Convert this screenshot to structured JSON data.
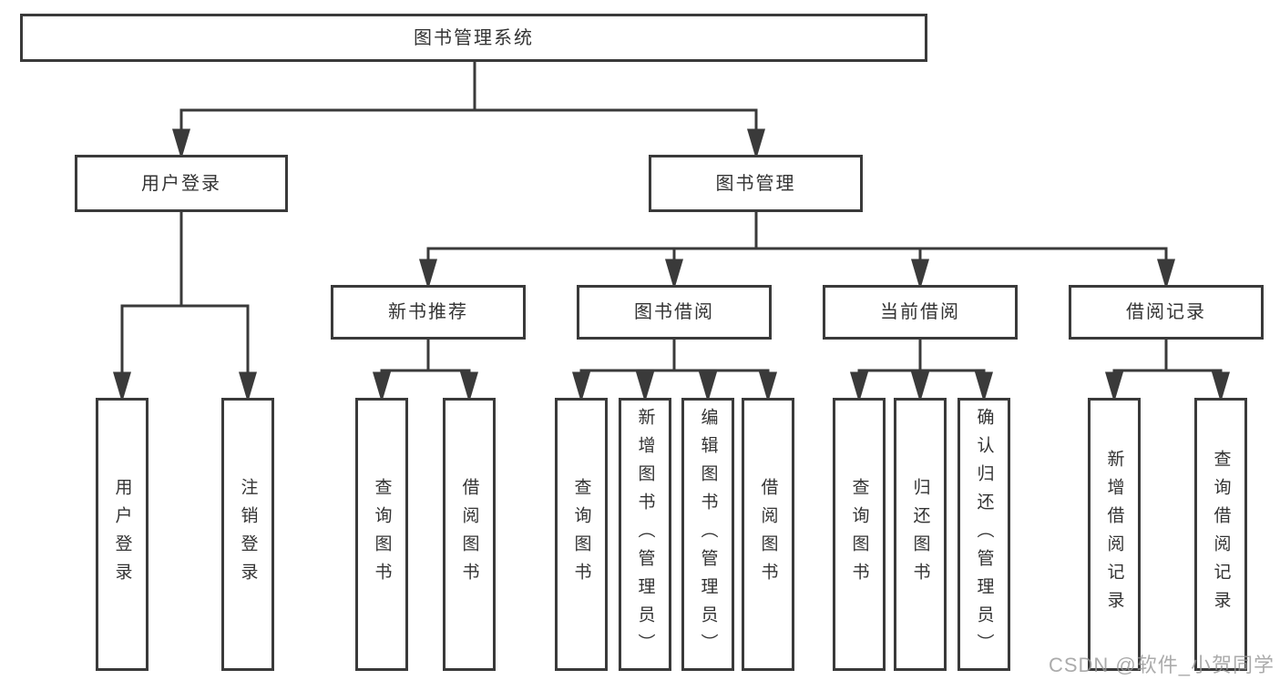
{
  "diagram": {
    "type": "hierarchy-tree",
    "root": {
      "label": "图书管理系统",
      "children": [
        {
          "label": "用户登录",
          "children": [
            {
              "label": "用户登录"
            },
            {
              "label": "注销登录"
            }
          ]
        },
        {
          "label": "图书管理",
          "children": [
            {
              "label": "新书推荐",
              "children": [
                {
                  "label": "查询图书"
                },
                {
                  "label": "借阅图书"
                }
              ]
            },
            {
              "label": "图书借阅",
              "children": [
                {
                  "label": "查询图书"
                },
                {
                  "label": "新增图书（管理员）"
                },
                {
                  "label": "编辑图书（管理员）"
                },
                {
                  "label": "借阅图书"
                }
              ]
            },
            {
              "label": "当前借阅",
              "children": [
                {
                  "label": "查询图书"
                },
                {
                  "label": "归还图书"
                },
                {
                  "label": "确认归还（管理员）"
                }
              ]
            },
            {
              "label": "借阅记录",
              "children": [
                {
                  "label": "新增借阅记录"
                },
                {
                  "label": "查询借阅记录"
                }
              ]
            }
          ]
        }
      ]
    }
  },
  "watermark": {
    "text": "CSDN @软件_小贺同学"
  },
  "colors": {
    "line": "#3a3a3a",
    "box_border": "#3a3a3a",
    "box_background": "#ffffff",
    "text": "#333333",
    "watermark": "#969696",
    "page_background": "#ffffff"
  }
}
